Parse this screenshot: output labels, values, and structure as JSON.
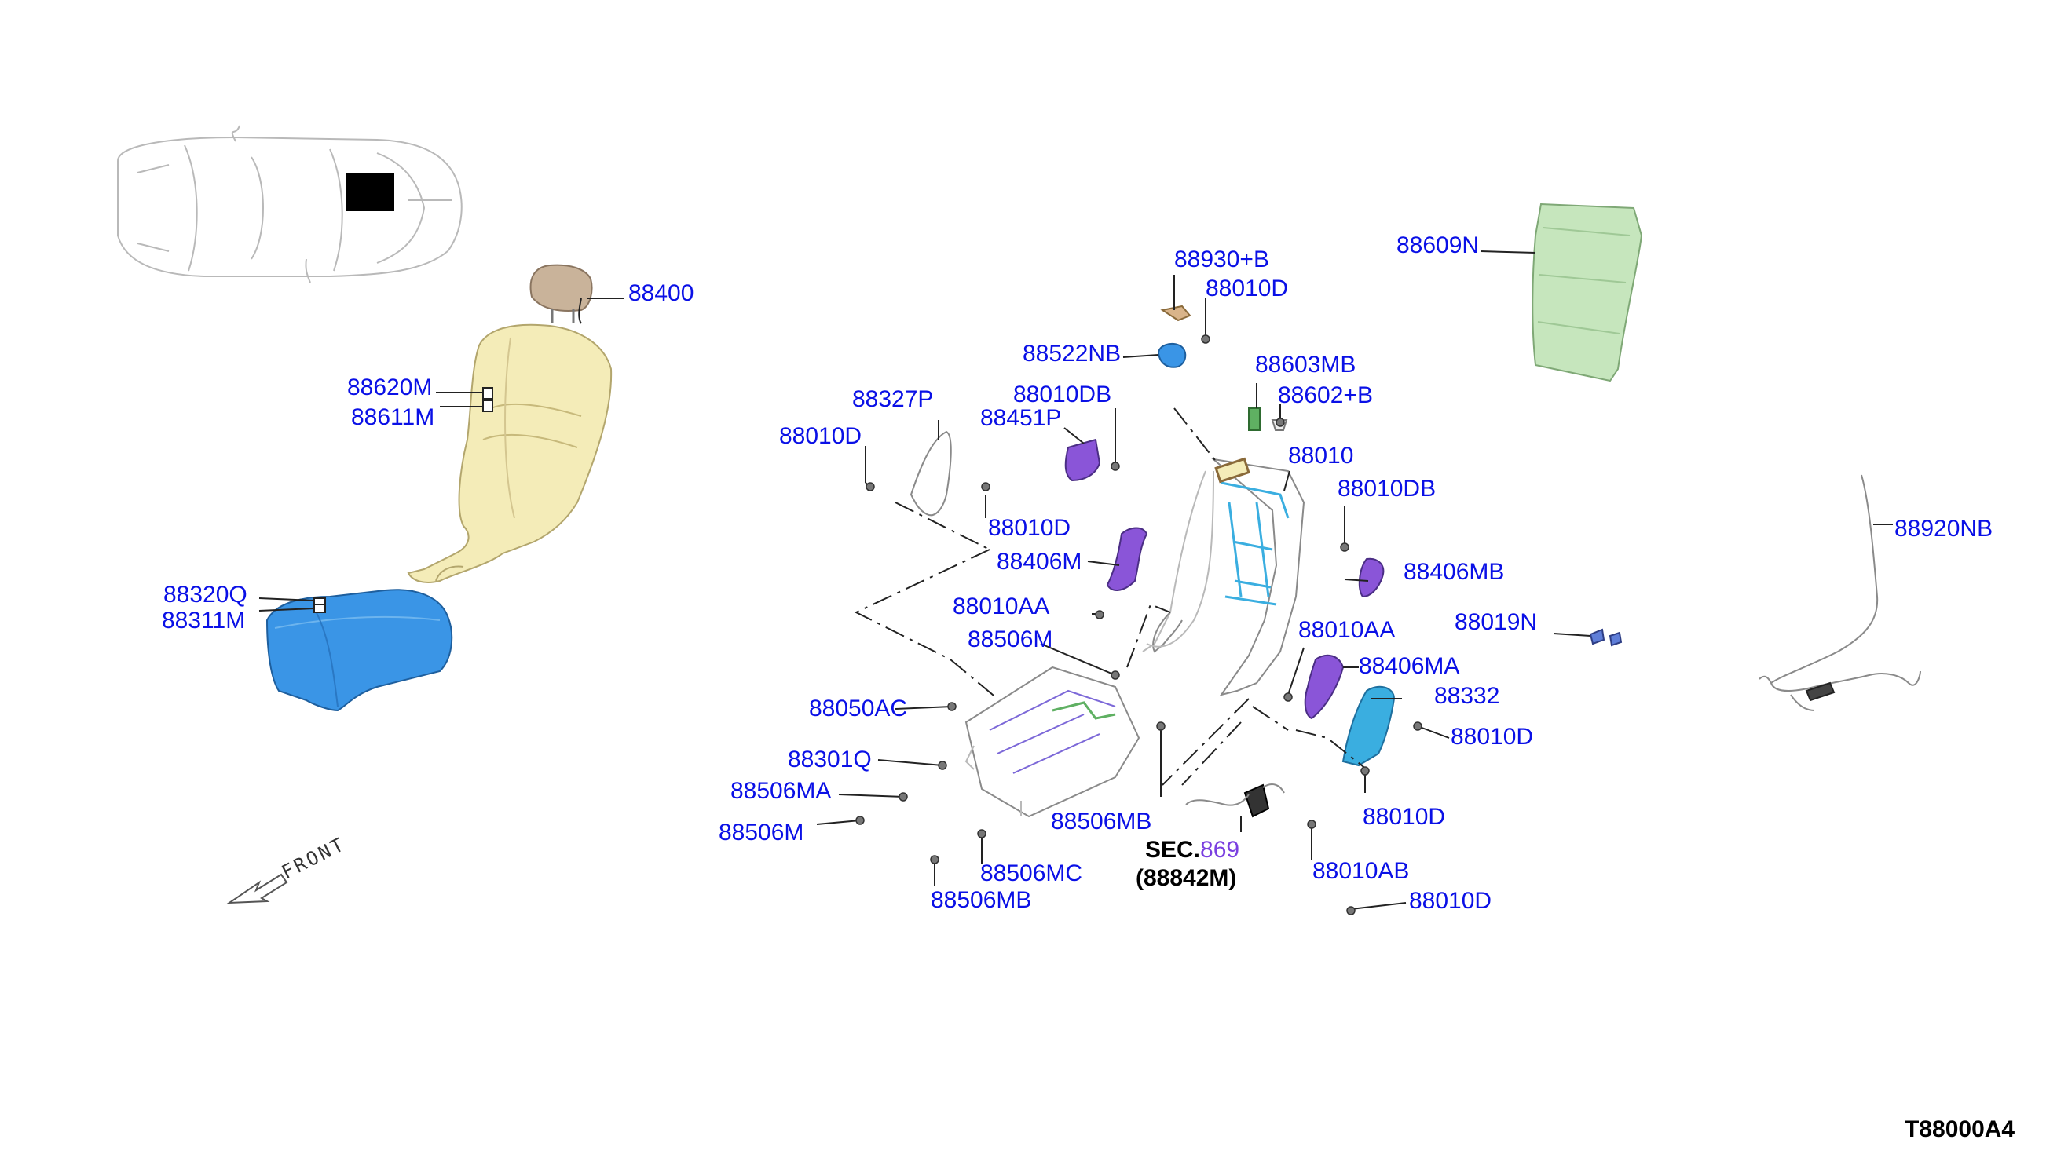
{
  "diagram_code": "T88000A4",
  "front_label": "FRONT",
  "section_ref": {
    "prefix": "SEC.",
    "number": "869",
    "part": "(88842M)"
  },
  "colors": {
    "label": "#0a10e6",
    "headrest": "#c9b39a",
    "seatback_pad": "#f4ecb8",
    "cushion": "#3a95e6",
    "side_trim": "#8a55d8",
    "frame_accent": "#3aaee0",
    "board": "#c6e6bd"
  },
  "labels": {
    "p88400": "88400",
    "p88620M": "88620M",
    "p88611M": "88611M",
    "p88320Q": "88320Q",
    "p88311M": "88311M",
    "p88930B": "88930+B",
    "p88010D_top": "88010D",
    "p88522NB": "88522NB",
    "p88603MB": "88603MB",
    "p88602B": "88602+B",
    "p88327P": "88327P",
    "p88010DB_a": "88010DB",
    "p88451P": "88451P",
    "p88010D_left": "88010D",
    "p88010": "88010",
    "p88010DB_b": "88010DB",
    "p88010D_mid": "88010D",
    "p88406M": "88406M",
    "p88406MB": "88406MB",
    "p88010AA_a": "88010AA",
    "p88010AA_b": "88010AA",
    "p88506M_a": "88506M",
    "p88406MA": "88406MA",
    "p88019N": "88019N",
    "p88332": "88332",
    "p88050AC": "88050AC",
    "p88010D_r1": "88010D",
    "p88301Q": "88301Q",
    "p88506MA": "88506MA",
    "p88506MB_a": "88506MB",
    "p88010D_r2": "88010D",
    "p88506M_b": "88506M",
    "p88506MC": "88506MC",
    "p88010AB": "88010AB",
    "p88506MB_b": "88506MB",
    "p88010D_bot": "88010D",
    "p88609N": "88609N",
    "p88920NB": "88920NB"
  }
}
